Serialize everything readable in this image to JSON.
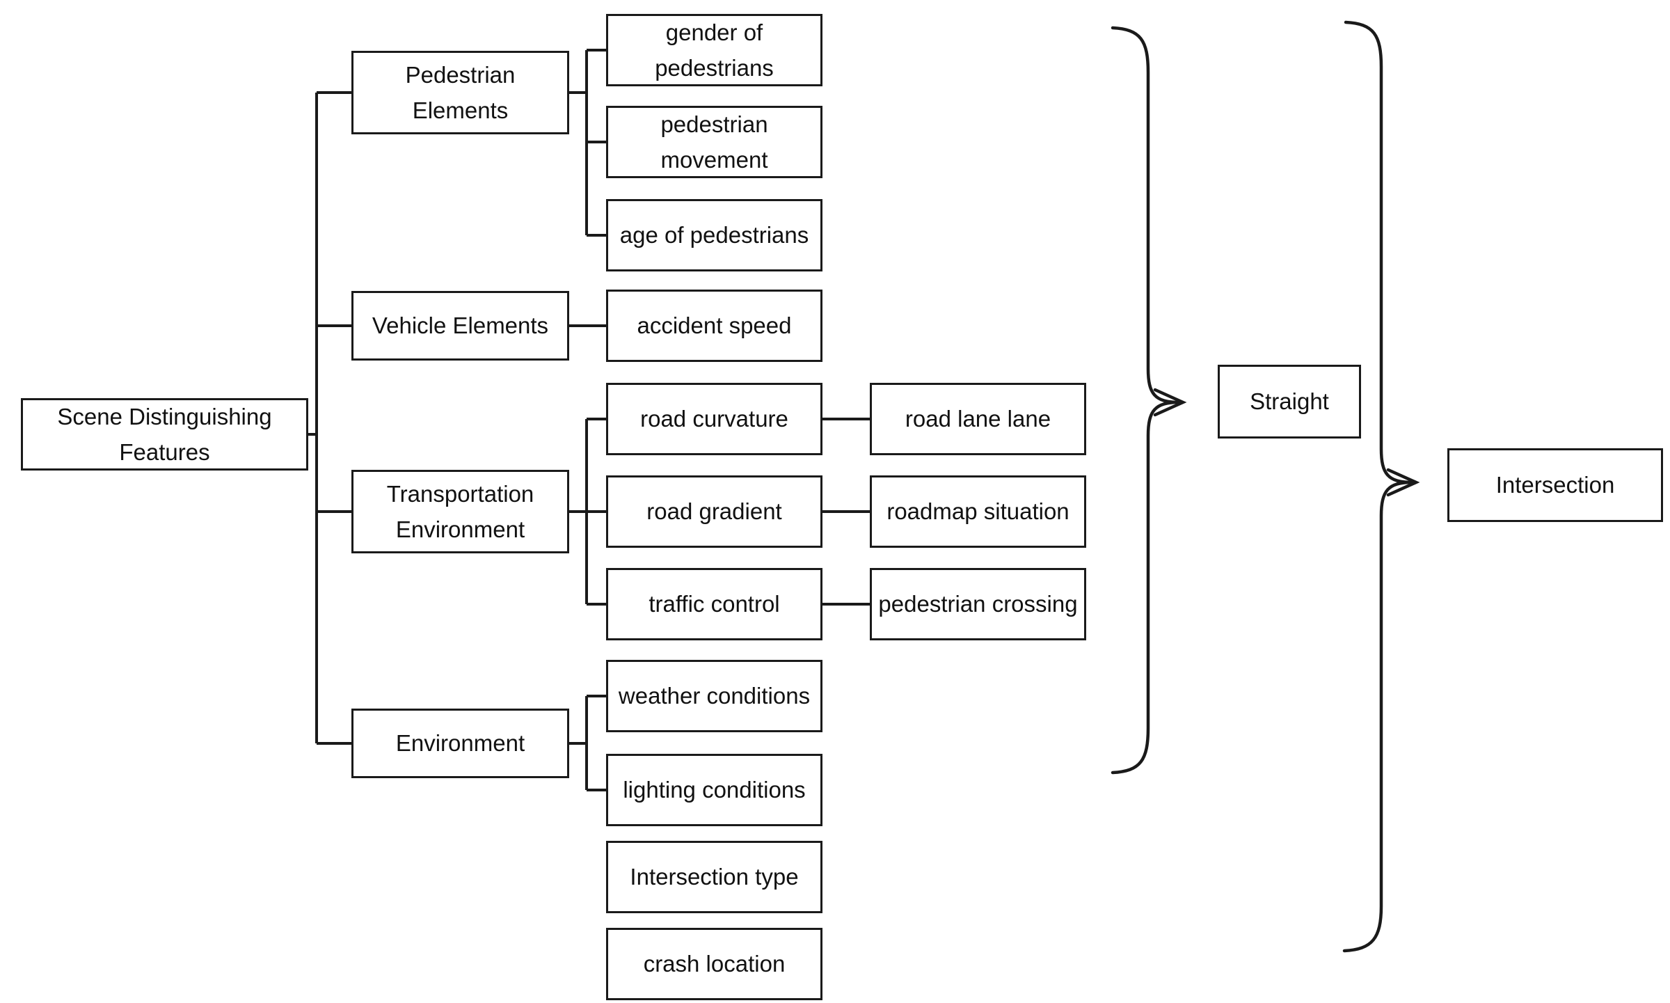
{
  "diagram": {
    "type": "hierarchy-tree-with-braces",
    "root": {
      "label": "Scene Distinguishing Features"
    },
    "level2": [
      {
        "id": "pedestrian-elements",
        "label": "Pedestrian Elements"
      },
      {
        "id": "vehicle-elements",
        "label": "Vehicle Elements"
      },
      {
        "id": "transportation-environment",
        "label": "Transportation Environment"
      },
      {
        "id": "environment",
        "label": "Environment"
      }
    ],
    "level3": [
      {
        "id": "gender-of-pedestrians",
        "label": "gender of pedestrians",
        "parent": "pedestrian-elements"
      },
      {
        "id": "pedestrian-movement",
        "label": "pedestrian movement",
        "parent": "pedestrian-elements"
      },
      {
        "id": "age-of-pedestrians",
        "label": "age of pedestrians",
        "parent": "pedestrian-elements"
      },
      {
        "id": "accident-speed",
        "label": "accident speed",
        "parent": "vehicle-elements"
      },
      {
        "id": "road-curvature",
        "label": "road curvature",
        "parent": "transportation-environment"
      },
      {
        "id": "road-gradient",
        "label": "road gradient",
        "parent": "transportation-environment"
      },
      {
        "id": "traffic-control",
        "label": "traffic control",
        "parent": "transportation-environment"
      },
      {
        "id": "weather-conditions",
        "label": "weather conditions",
        "parent": "environment"
      },
      {
        "id": "lighting-conditions",
        "label": "lighting conditions",
        "parent": "environment"
      },
      {
        "id": "intersection-type",
        "label": "Intersection type",
        "parent": null
      },
      {
        "id": "crash-location",
        "label": "crash location",
        "parent": null
      }
    ],
    "level4": [
      {
        "id": "road-lane-lane",
        "label": "road lane lane",
        "parent": "road-curvature"
      },
      {
        "id": "roadmap-situation",
        "label": "roadmap situation",
        "parent": "road-gradient"
      },
      {
        "id": "pedestrian-crossing",
        "label": "pedestrian crossing",
        "parent": "traffic-control"
      }
    ],
    "outcomes": [
      {
        "id": "straight",
        "label": "Straight"
      },
      {
        "id": "intersection",
        "label": "Intersection"
      }
    ],
    "colors": {
      "stroke": "#1a1a1a",
      "background": "#ffffff",
      "text": "#111111"
    }
  }
}
